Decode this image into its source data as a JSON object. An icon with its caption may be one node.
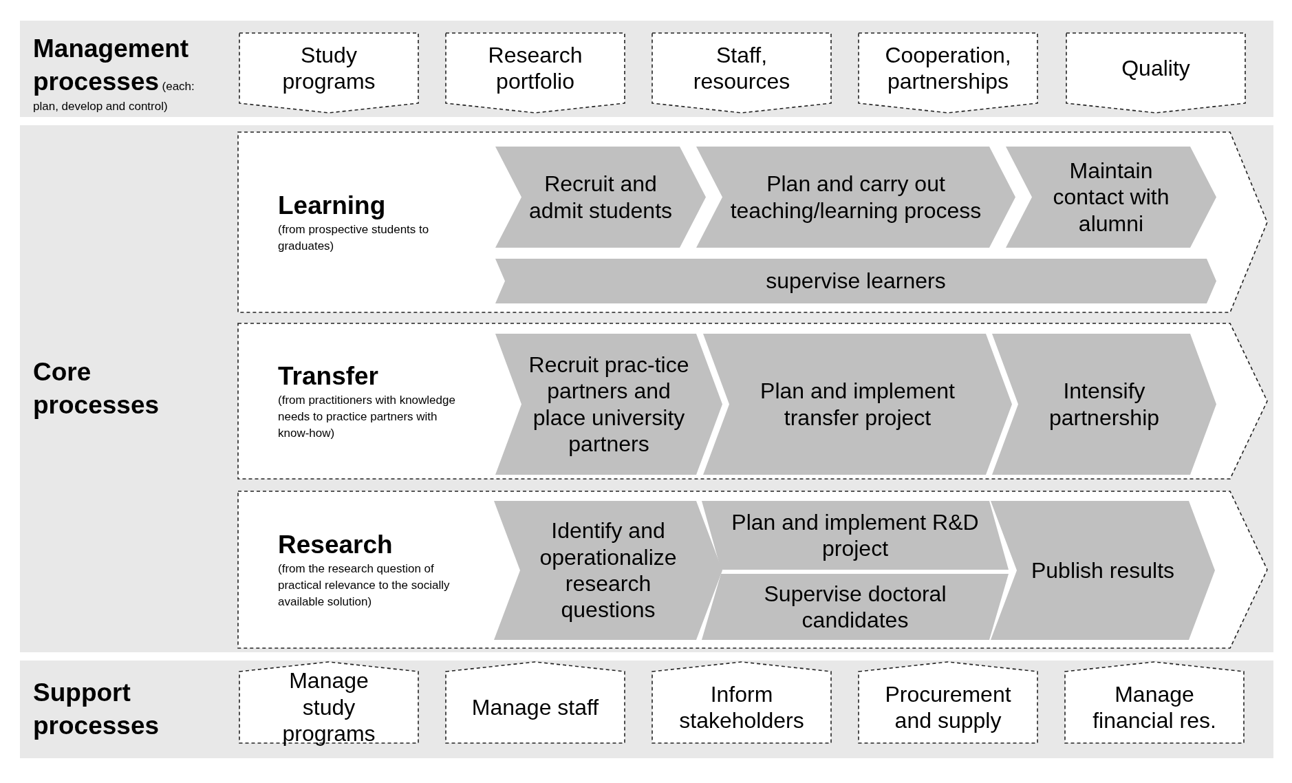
{
  "diagram": {
    "nodes": [
      {
        "text": [
          "Management processes",
          "(each: plan, develop and control)"
        ]
      },
      {
        "text": [
          "Study programs"
        ],
        "in": 0
      },
      {
        "text": [
          "Research portfolio"
        ],
        "in": 0
      },
      {
        "text": [
          "Staff, resources"
        ],
        "in": 0
      },
      {
        "text": [
          "Cooperation, partnerships"
        ],
        "in": 0
      },
      {
        "text": [
          "Quality"
        ],
        "in": 0
      },
      {
        "text": [
          "Core processes"
        ]
      },
      {
        "text": [
          "Learning",
          "(from prospective students to graduates)"
        ],
        "in": 6
      },
      {
        "text": [
          "Recruit and admit students"
        ],
        "in": 7
      },
      {
        "text": [
          "Plan and carry out teaching/learning process"
        ],
        "in": 7
      },
      {
        "text": [
          "Maintain contact with alumni"
        ],
        "in": 7
      },
      {
        "text": [
          "supervise learners"
        ],
        "in": 7
      },
      {
        "text": [
          "Transfer",
          "(from practitioners with knowledge needs to practice partners with know-how)"
        ],
        "in": 6
      },
      {
        "text": [
          "Recruit prac-tice partners and place university partners"
        ],
        "in": 12
      },
      {
        "text": [
          "Plan and implement transfer project"
        ],
        "in": 12
      },
      {
        "text": [
          "Intensify partnership"
        ],
        "in": 12
      },
      {
        "text": [
          "Research",
          "(from the research question of practical relevance to the socially available solution)"
        ],
        "in": 6
      },
      {
        "text": [
          "Identify and operationalize research questions"
        ],
        "in": 16
      },
      {
        "text": [
          "Plan and implement R&D project"
        ],
        "in": 16
      },
      {
        "text": [
          "Supervise doctoral candidates"
        ],
        "in": 16
      },
      {
        "text": [
          "Publish results"
        ],
        "in": 16
      },
      {
        "text": [
          "Support processes"
        ]
      },
      {
        "text": [
          "Manage study programs"
        ],
        "in": 21
      },
      {
        "text": [
          "Manage staff"
        ],
        "in": 21
      },
      {
        "text": [
          "Inform stakeholders"
        ],
        "in": 21
      },
      {
        "text": [
          "Procurement and supply"
        ],
        "in": 21
      },
      {
        "text": [
          "Manage financial res."
        ],
        "in": 21
      }
    ]
  }
}
